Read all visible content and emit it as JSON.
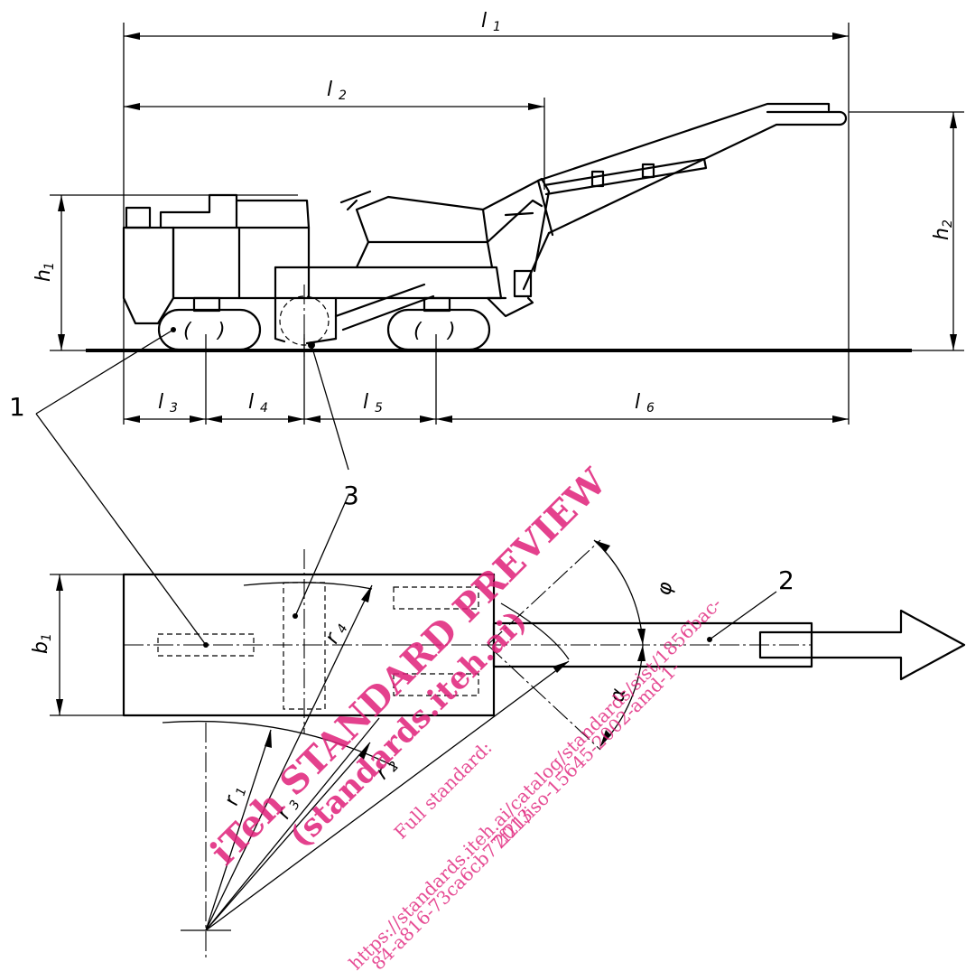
{
  "dimension_labels": {
    "l1": {
      "main": "l",
      "sub": "1"
    },
    "l2": {
      "main": "l",
      "sub": "2"
    },
    "l3": {
      "main": "l",
      "sub": "3"
    },
    "l4": {
      "main": "l",
      "sub": "4"
    },
    "l5": {
      "main": "l",
      "sub": "5"
    },
    "l6": {
      "main": "l",
      "sub": "6"
    },
    "h1": {
      "main": "h",
      "sub": "1"
    },
    "h2": {
      "main": "h",
      "sub": "2"
    },
    "b1": {
      "main": "b",
      "sub": "1"
    },
    "r1": {
      "main": "r",
      "sub": "1"
    },
    "r2": {
      "main": "r",
      "sub": "2"
    },
    "r3": {
      "main": "r",
      "sub": "3"
    },
    "r4": {
      "main": "r",
      "sub": "4"
    },
    "alpha": "α",
    "phi": "φ"
  },
  "callouts": {
    "item_1": "1",
    "item_2": "2",
    "item_3": "3"
  },
  "watermark": {
    "line1": "iTeh STANDARD PREVIEW",
    "line2": "(standards.iteh.ai)",
    "line3": "Full standard:",
    "line4": "https://standards.iteh.ai/catalog/standards/sist/1856bac-",
    "line5": "84-a816-73ca6cb77f21/iso-15645-2002-amd-1-",
    "line6": "2013"
  }
}
